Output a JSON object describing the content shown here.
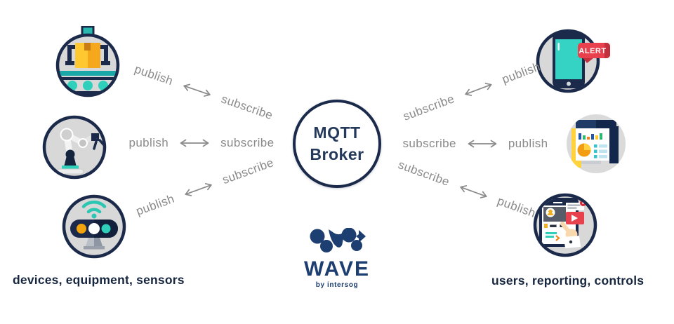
{
  "broker": {
    "line1": "MQTT",
    "line2": "Broker"
  },
  "logo": {
    "wordmark": "WAVE",
    "byline": "by intersog"
  },
  "captions": {
    "left": "devices, equipment, sensors",
    "right": "users, reporting, controls"
  },
  "connections": [
    {
      "id": "left-top",
      "from": "publish",
      "to": "subscribe"
    },
    {
      "id": "left-middle",
      "from": "publish",
      "to": "subscribe"
    },
    {
      "id": "left-bottom",
      "from": "publish",
      "to": "subscribe"
    },
    {
      "id": "right-top",
      "from": "subscribe",
      "to": "publish"
    },
    {
      "id": "right-middle",
      "from": "subscribe",
      "to": "publish"
    },
    {
      "id": "right-bottom",
      "from": "subscribe",
      "to": "publish"
    }
  ],
  "icons": {
    "left": [
      "factory-machine",
      "robot-arm",
      "iot-sensor"
    ],
    "right": [
      "phone-alert",
      "dashboard-report",
      "user-controls"
    ],
    "alert_label": "ALERT"
  },
  "colors": {
    "navy_outline": "#1b2a4a",
    "circle_fill": "#d8d8d8",
    "teal": "#2fd0bb",
    "teal_dark": "#19a7a7",
    "label_gray": "#8a8a8a",
    "caption_navy": "#17263f",
    "logo_blue": "#1d3e70",
    "alert_red": "#e8404d",
    "yellow": "#ffc831",
    "orange": "#f2a40c"
  }
}
